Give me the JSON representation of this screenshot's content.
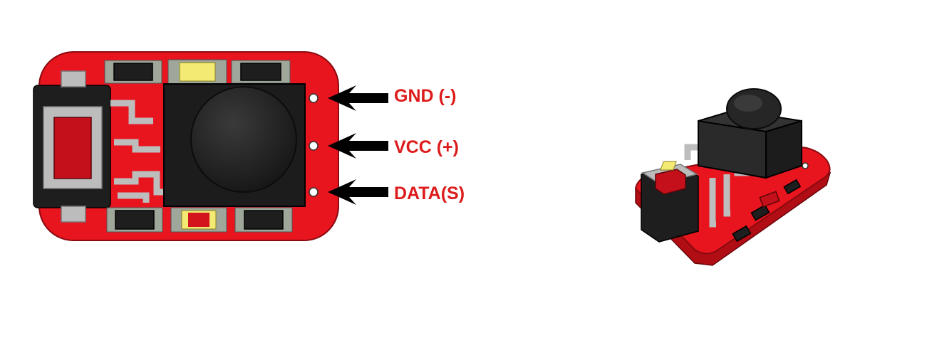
{
  "colors": {
    "pcb": "#e8141e",
    "pcb_dark": "#b00d14",
    "component_black": "#1e1e1e",
    "silver": "#bcbcbc",
    "led_yellow": "#f2ea72",
    "label_red": "#dd1b1b",
    "arrow": "#000000"
  },
  "pins": [
    {
      "label": "GND (-)"
    },
    {
      "label": "VCC (+)"
    },
    {
      "label": "DATA(S)"
    }
  ],
  "icons": {
    "top_view": "ir-receiver-module-top-view",
    "iso_view": "ir-receiver-module-3d-view",
    "arrows": "arrow-left-icon"
  }
}
